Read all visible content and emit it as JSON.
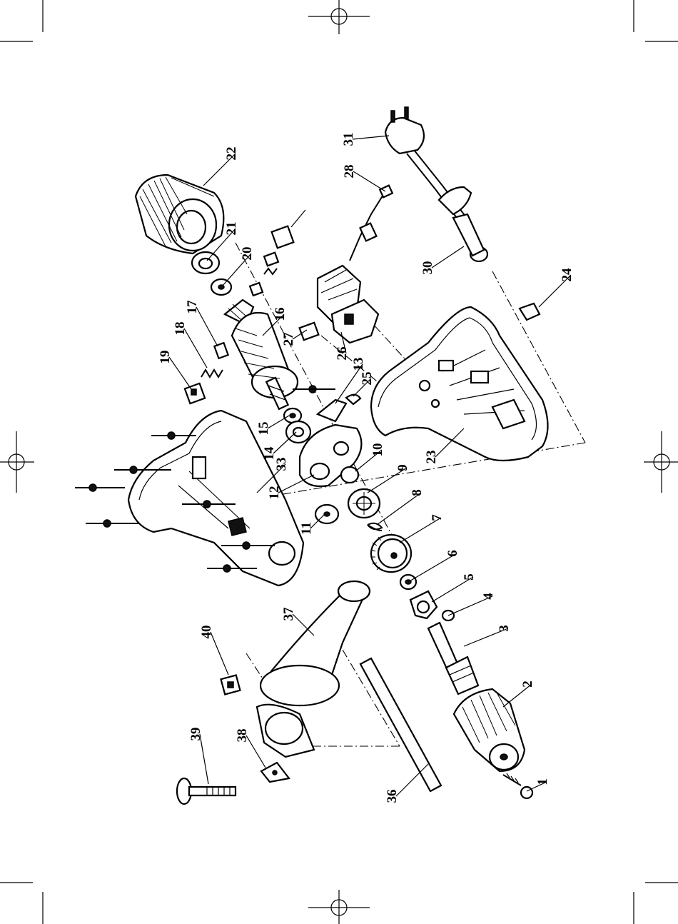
{
  "diagram": {
    "part_numbers": [
      "1",
      "2",
      "3",
      "4",
      "5",
      "6",
      "7",
      "8",
      "9",
      "10",
      "11",
      "12",
      "13",
      "14",
      "15",
      "16",
      "17",
      "18",
      "19",
      "20",
      "21",
      "22",
      "23",
      "24",
      "25",
      "26",
      "27",
      "28",
      "30",
      "31",
      "33",
      "36",
      "37",
      "38",
      "39",
      "40"
    ]
  }
}
